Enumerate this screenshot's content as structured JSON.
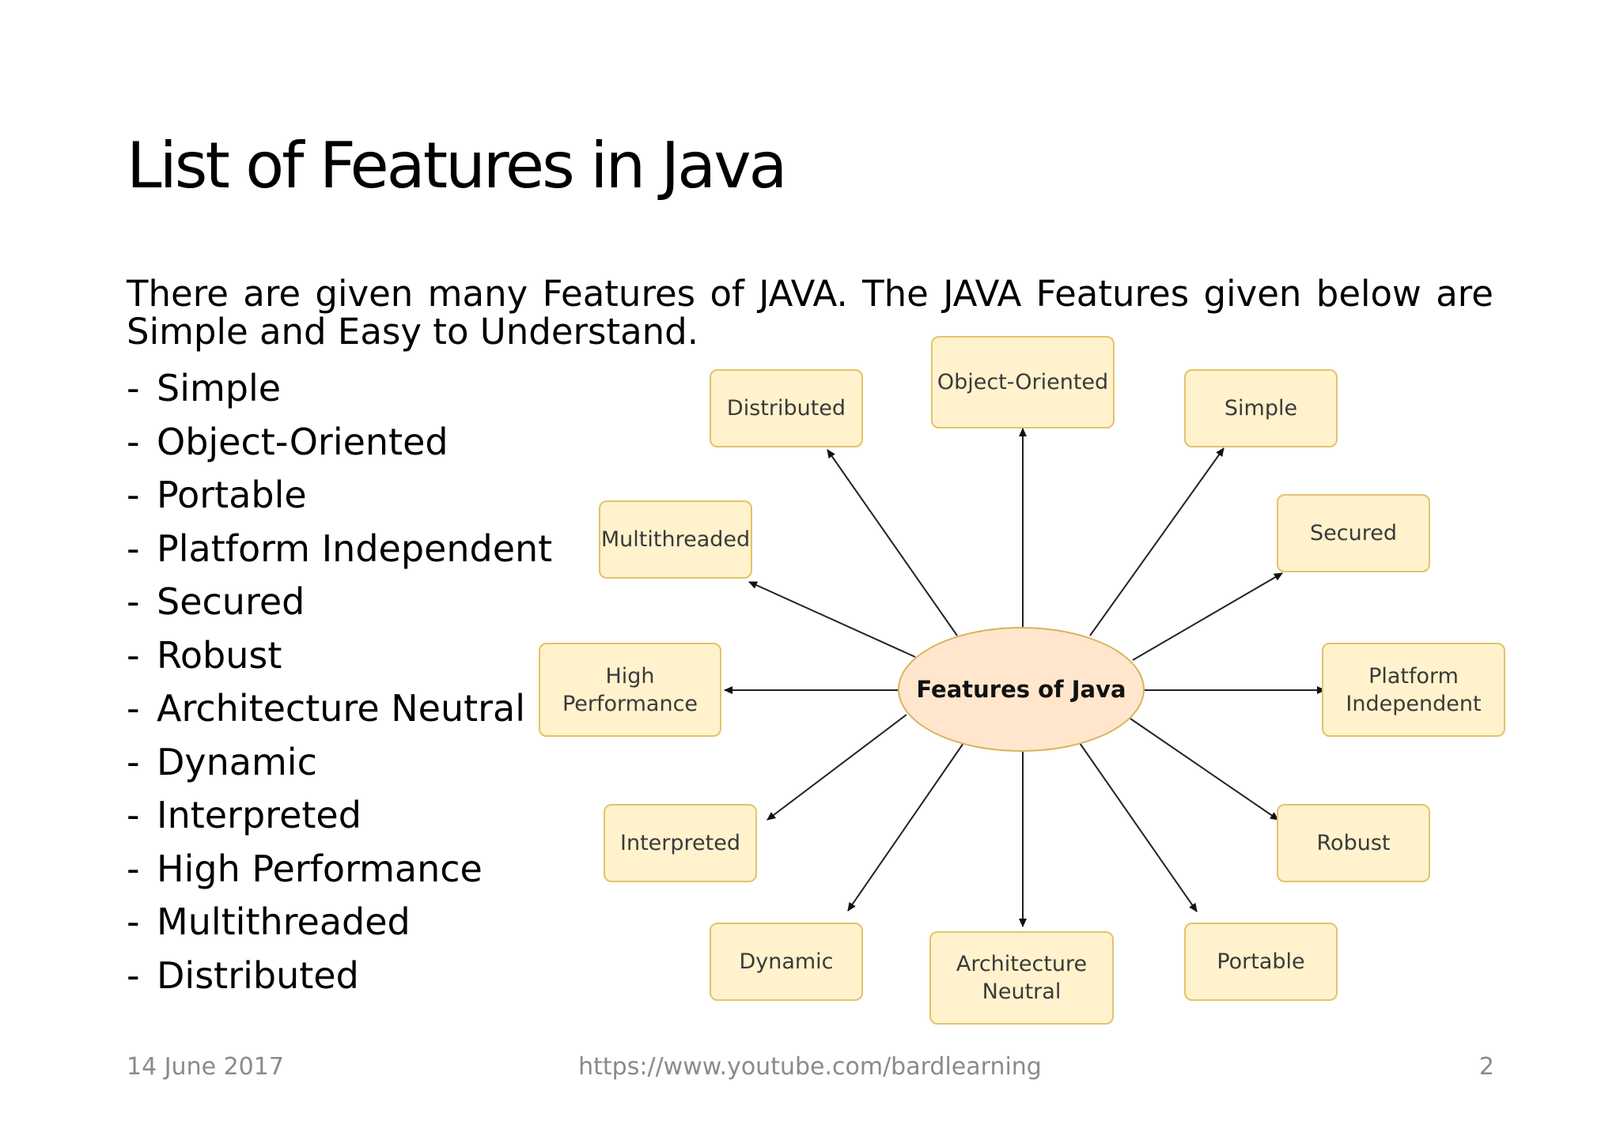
{
  "slide": {
    "title": "List of Features in Java",
    "intro": "There are given many Features of JAVA. The JAVA Features given below are Simple and Easy to Understand.",
    "bullet": "-",
    "features": [
      "Simple",
      "Object-Oriented",
      "Portable",
      "Platform Independent",
      "Secured",
      "Robust",
      "Architecture Neutral",
      "Dynamic",
      "Interpreted",
      "High Performance",
      "Multithreaded",
      "Distributed"
    ]
  },
  "diagram": {
    "center": "Features of Java",
    "node_fill": "#fff2cc",
    "node_border": "#e3c36a",
    "center_fill": "#ffe6cc",
    "nodes": {
      "object_oriented": "Object-Oriented",
      "distributed": "Distributed",
      "simple": "Simple",
      "multithreaded": "Multithreaded",
      "secured": "Secured",
      "high_performance": "High Performance",
      "platform_independent": "Platform Independent",
      "interpreted": "Interpreted",
      "robust": "Robust",
      "dynamic": "Dynamic",
      "architecture_neutral": "Architecture Neutral",
      "portable": "Portable"
    }
  },
  "footer": {
    "date": "14 June 2017",
    "url": "https://www.youtube.com/bardlearning",
    "page_number": "2"
  }
}
